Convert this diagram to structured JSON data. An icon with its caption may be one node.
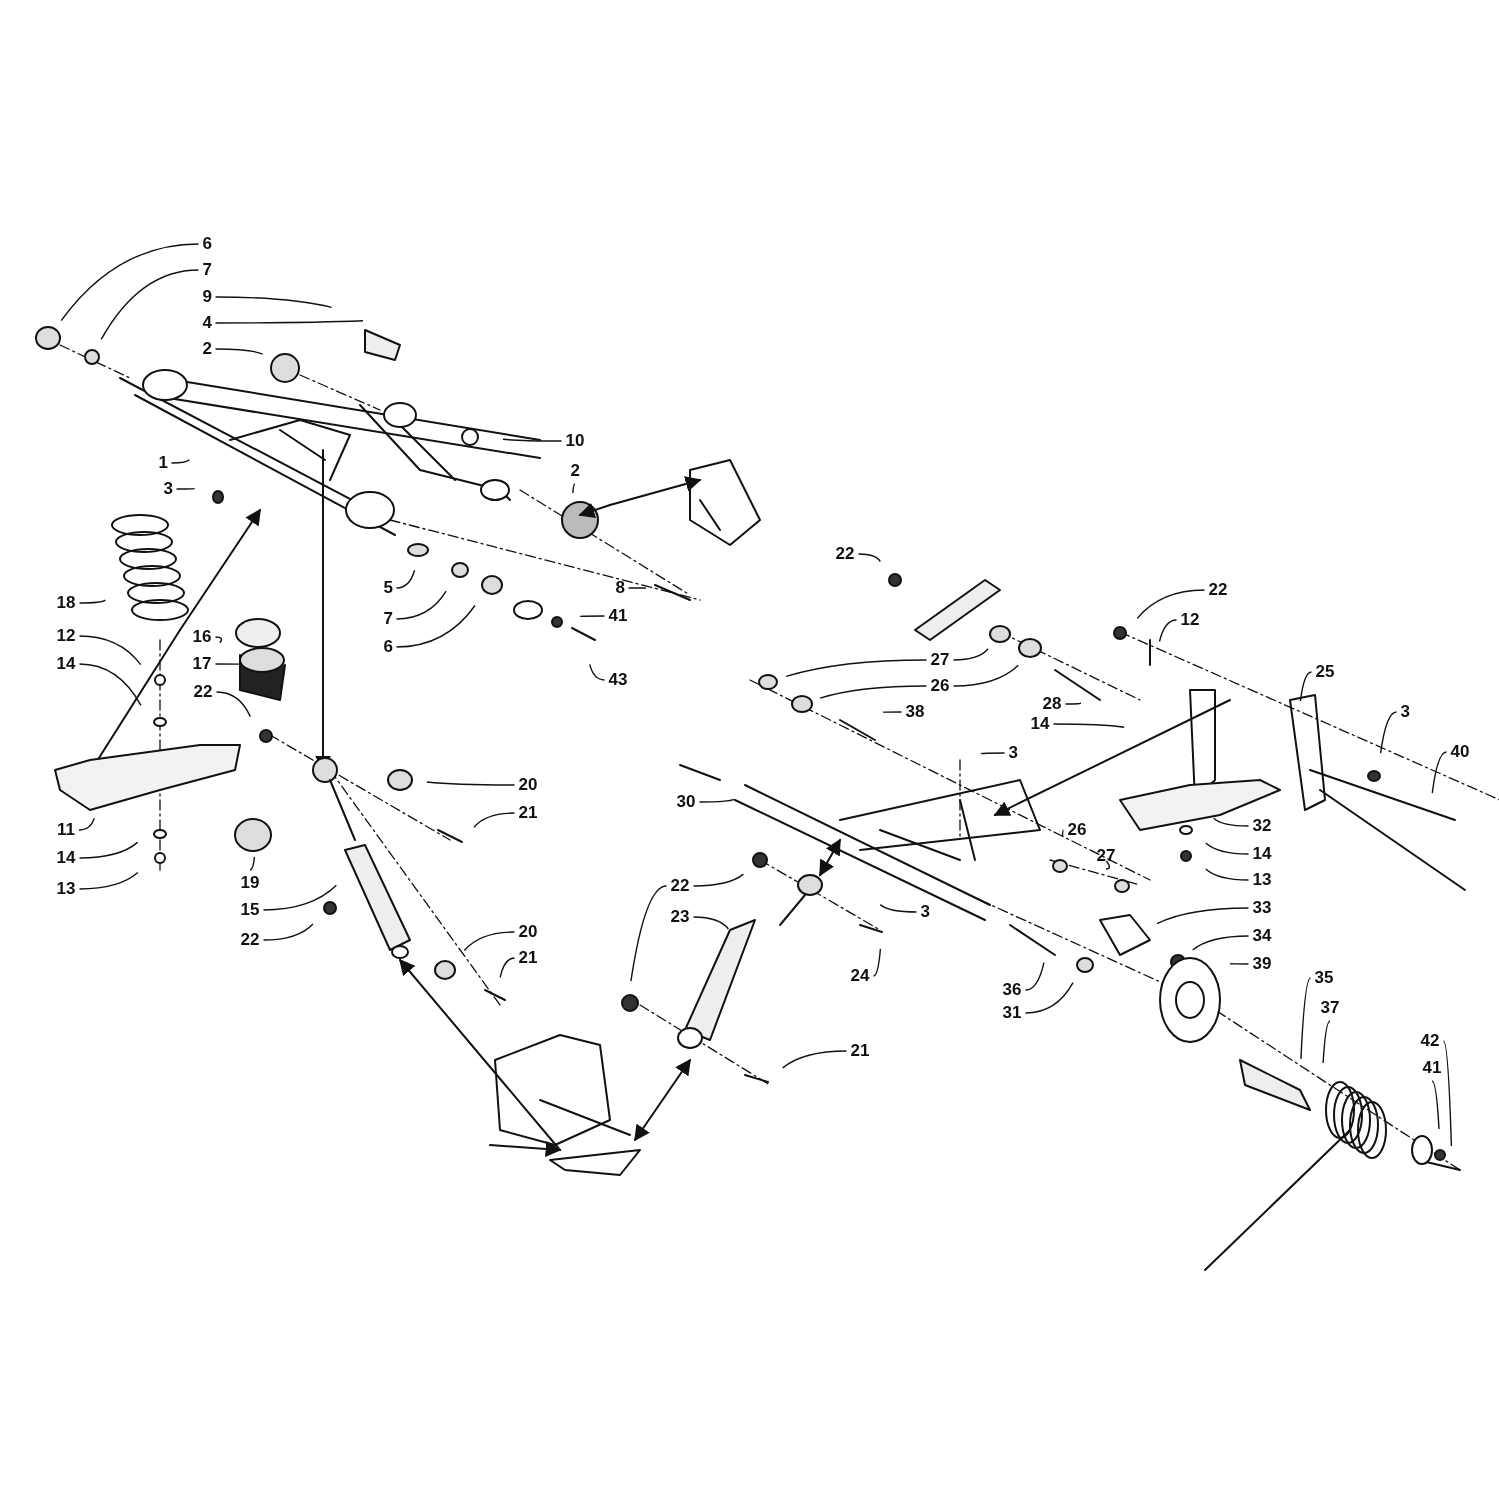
{
  "diagram": {
    "nodes": [
      {
        "text": [
          "6"
        ]
      },
      {
        "text": [
          "7"
        ]
      },
      {
        "text": [
          "9"
        ]
      },
      {
        "text": [
          "4"
        ]
      },
      {
        "text": [
          "2"
        ]
      },
      {
        "text": [
          "1"
        ]
      },
      {
        "text": [
          "10"
        ]
      },
      {
        "text": [
          "3"
        ]
      },
      {
        "text": [
          "2"
        ]
      },
      {
        "text": [
          "18"
        ]
      },
      {
        "text": [
          "5"
        ]
      },
      {
        "text": [
          "7"
        ]
      },
      {
        "text": [
          "16"
        ]
      },
      {
        "text": [
          "8"
        ]
      },
      {
        "text": [
          "41"
        ]
      },
      {
        "text": [
          "22"
        ]
      },
      {
        "text": [
          "22"
        ]
      },
      {
        "text": [
          "12"
        ]
      },
      {
        "text": [
          "12"
        ]
      },
      {
        "text": [
          "6"
        ]
      },
      {
        "text": [
          "43"
        ]
      },
      {
        "text": [
          "17"
        ]
      },
      {
        "text": [
          "14"
        ]
      },
      {
        "text": [
          "27"
        ]
      },
      {
        "text": [
          "25"
        ]
      },
      {
        "text": [
          "26"
        ]
      },
      {
        "text": [
          "22"
        ]
      },
      {
        "text": [
          "28"
        ]
      },
      {
        "text": [
          "38"
        ]
      },
      {
        "text": [
          "14"
        ]
      },
      {
        "text": [
          "3"
        ]
      },
      {
        "text": [
          "3"
        ]
      },
      {
        "text": [
          "40"
        ]
      },
      {
        "text": [
          "20"
        ]
      },
      {
        "text": [
          "30"
        ]
      },
      {
        "text": [
          "11"
        ]
      },
      {
        "text": [
          "21"
        ]
      },
      {
        "text": [
          "26"
        ]
      },
      {
        "text": [
          "27"
        ]
      },
      {
        "text": [
          "32"
        ]
      },
      {
        "text": [
          "14"
        ]
      },
      {
        "text": [
          "13"
        ]
      },
      {
        "text": [
          "14"
        ]
      },
      {
        "text": [
          "13"
        ]
      },
      {
        "text": [
          "19"
        ]
      },
      {
        "text": [
          "22"
        ]
      },
      {
        "text": [
          "23"
        ]
      },
      {
        "text": [
          "3"
        ]
      },
      {
        "text": [
          "15"
        ]
      },
      {
        "text": [
          "22"
        ]
      },
      {
        "text": [
          "33"
        ]
      },
      {
        "text": [
          "20"
        ]
      },
      {
        "text": [
          "21"
        ]
      },
      {
        "text": [
          "24"
        ]
      },
      {
        "text": [
          "34"
        ]
      },
      {
        "text": [
          "39"
        ]
      },
      {
        "text": [
          "36"
        ]
      },
      {
        "text": [
          "31"
        ]
      },
      {
        "text": [
          "35"
        ]
      },
      {
        "text": [
          "37"
        ]
      },
      {
        "text": [
          "42"
        ]
      },
      {
        "text": [
          "41"
        ]
      },
      {
        "text": [
          "21"
        ]
      }
    ],
    "edges": [
      {
        "from": 0,
        "to": null,
        "arrow": "none"
      },
      {
        "from": 1,
        "to": null,
        "arrow": "none"
      },
      {
        "from": 2,
        "to": null,
        "arrow": "none"
      },
      {
        "from": 3,
        "to": null,
        "arrow": "none"
      },
      {
        "from": 4,
        "to": null,
        "arrow": "none"
      },
      {
        "from": 5,
        "to": null,
        "arrow": "none"
      },
      {
        "from": 6,
        "to": null,
        "arrow": "none"
      },
      {
        "from": 7,
        "to": null,
        "arrow": "none"
      },
      {
        "from": 8,
        "to": null,
        "arrow": "none"
      },
      {
        "from": 9,
        "to": null,
        "arrow": "none"
      },
      {
        "from": 10,
        "to": null,
        "arrow": "none"
      },
      {
        "from": 11,
        "to": null,
        "arrow": "none"
      },
      {
        "from": 12,
        "to": null,
        "arrow": "none"
      },
      {
        "from": 13,
        "to": null,
        "arrow": "none"
      },
      {
        "from": 14,
        "to": null,
        "arrow": "none"
      },
      {
        "from": 15,
        "to": null,
        "arrow": "none"
      },
      {
        "from": 16,
        "to": null,
        "arrow": "none"
      },
      {
        "from": 17,
        "to": null,
        "arrow": "none"
      },
      {
        "from": 18,
        "to": null,
        "arrow": "none"
      },
      {
        "from": 19,
        "to": null,
        "arrow": "none"
      },
      {
        "from": 20,
        "to": null,
        "arrow": "none"
      },
      {
        "from": 21,
        "to": null,
        "arrow": "none"
      },
      {
        "from": 22,
        "to": null,
        "arrow": "none"
      },
      {
        "from": 23,
        "to": null,
        "arrow": "none"
      },
      {
        "from": 23,
        "to": null,
        "arrow": "none"
      },
      {
        "from": 24,
        "to": null,
        "arrow": "none"
      },
      {
        "from": 25,
        "to": null,
        "arrow": "none"
      },
      {
        "from": 25,
        "to": null,
        "arrow": "none"
      },
      {
        "from": 26,
        "to": null,
        "arrow": "none"
      },
      {
        "from": 27,
        "to": null,
        "arrow": "none"
      },
      {
        "from": 28,
        "to": null,
        "arrow": "none"
      },
      {
        "from": 29,
        "to": null,
        "arrow": "none"
      },
      {
        "from": 30,
        "to": null,
        "arrow": "none"
      },
      {
        "from": 31,
        "to": null,
        "arrow": "none"
      },
      {
        "from": 32,
        "to": null,
        "arrow": "none"
      },
      {
        "from": 33,
        "to": null,
        "arrow": "none"
      },
      {
        "from": 34,
        "to": null,
        "arrow": "none"
      },
      {
        "from": 35,
        "to": null,
        "arrow": "none"
      },
      {
        "from": 36,
        "to": null,
        "arrow": "none"
      },
      {
        "from": 37,
        "to": null,
        "arrow": "none"
      },
      {
        "from": 38,
        "to": null,
        "arrow": "none"
      },
      {
        "from": 39,
        "to": null,
        "arrow": "none"
      },
      {
        "from": 40,
        "to": null,
        "arrow": "none"
      },
      {
        "from": 41,
        "to": null,
        "arrow": "none"
      },
      {
        "from": 42,
        "to": null,
        "arrow": "none"
      },
      {
        "from": 43,
        "to": null,
        "arrow": "none"
      },
      {
        "from": 44,
        "to": null,
        "arrow": "none"
      },
      {
        "from": 45,
        "to": null,
        "arrow": "none"
      },
      {
        "from": 45,
        "to": null,
        "arrow": "none"
      },
      {
        "from": 46,
        "to": null,
        "arrow": "none"
      },
      {
        "from": 47,
        "to": null,
        "arrow": "none"
      },
      {
        "from": 48,
        "to": null,
        "arrow": "none"
      },
      {
        "from": 49,
        "to": null,
        "arrow": "none"
      },
      {
        "from": 50,
        "to": null,
        "arrow": "none"
      },
      {
        "from": 51,
        "to": null,
        "arrow": "none"
      },
      {
        "from": 52,
        "to": null,
        "arrow": "none"
      },
      {
        "from": 53,
        "to": null,
        "arrow": "none"
      },
      {
        "from": 54,
        "to": null,
        "arrow": "none"
      },
      {
        "from": 55,
        "to": null,
        "arrow": "none"
      },
      {
        "from": 56,
        "to": null,
        "arrow": "none"
      },
      {
        "from": 57,
        "to": null,
        "arrow": "none"
      },
      {
        "from": 58,
        "to": null,
        "arrow": "none"
      },
      {
        "from": 59,
        "to": null,
        "arrow": "none"
      },
      {
        "from": 60,
        "to": null,
        "arrow": "none"
      },
      {
        "from": 61,
        "to": null,
        "arrow": "none"
      },
      {
        "from": 62,
        "to": null,
        "arrow": "none"
      }
    ]
  }
}
